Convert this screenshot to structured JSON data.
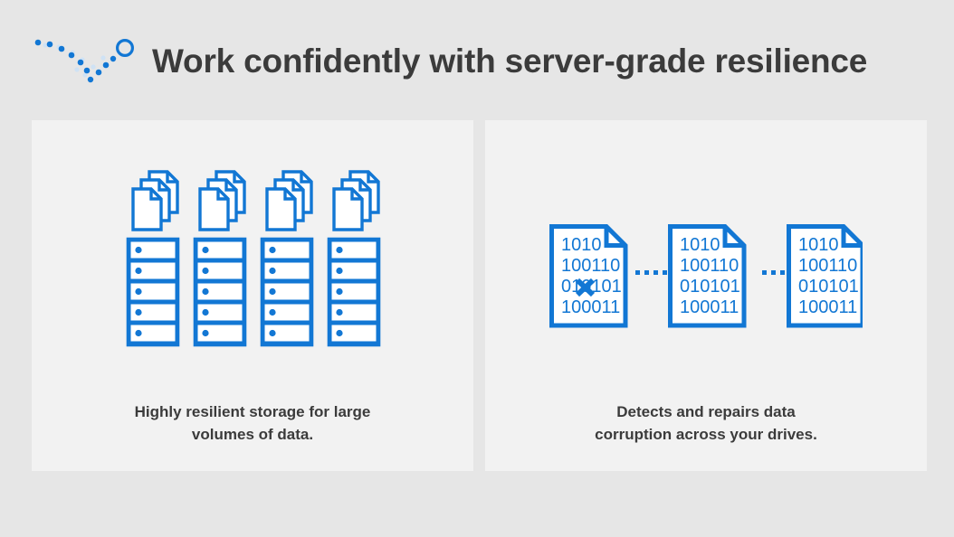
{
  "page": {
    "background_color": "#e6e6e6",
    "panel_color": "#f2f2f2",
    "accent_color": "#1277d4",
    "text_color": "#3b3b3b"
  },
  "header": {
    "title": "Work confidently with server-grade resilience",
    "logo_name": "dotted-check-mark-logo"
  },
  "panels": [
    {
      "id": "storage",
      "illustration_name": "server-racks-with-document-stacks",
      "illustration": {
        "rack_count": 4,
        "slots_per_rack": 5,
        "documents_per_stack": 3
      },
      "caption_lines": [
        "Highly resilient storage for large",
        "volumes of data."
      ],
      "caption_text": "Highly resilient storage for large volumes of data."
    },
    {
      "id": "integrity",
      "illustration_name": "binary-documents-with-corruption-repair",
      "illustration": {
        "document_count": 3,
        "binary_lines": [
          "1010",
          "100110",
          "010101",
          "100011"
        ],
        "corrupted_document_index": 0,
        "corrupted_line_index": 2,
        "corruption_marker": "x-mark",
        "connector_style": "dotted",
        "connector_dots": 4
      },
      "caption_lines": [
        "Detects and repairs data",
        "corruption across your drives."
      ],
      "caption_text": "Detects and repairs data corruption across your drives."
    }
  ]
}
